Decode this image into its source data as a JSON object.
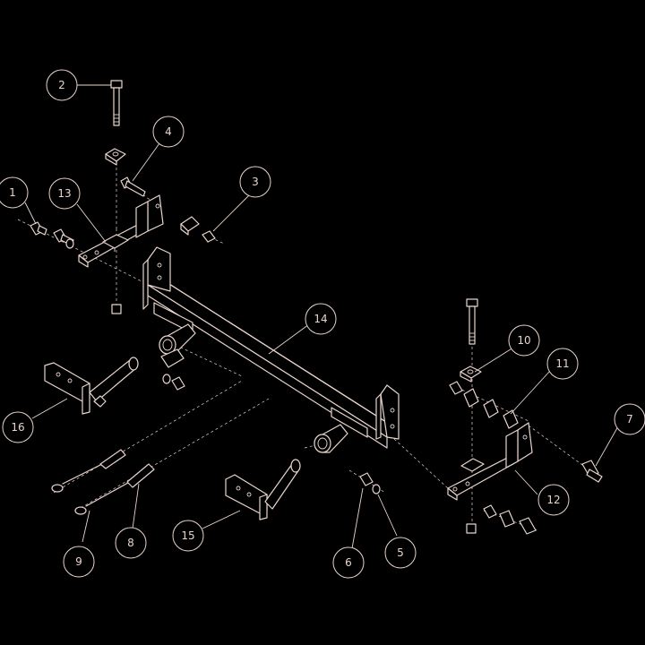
{
  "colors": {
    "background": "#000000",
    "line": "#e8d4cc"
  },
  "callouts": {
    "c1": "1",
    "c2": "2",
    "c3": "3",
    "c4": "4",
    "c5": "5",
    "c6": "6",
    "c7": "7",
    "c8": "8",
    "c9": "9",
    "c10": "10",
    "c11": "11",
    "c12": "12",
    "c13": "13",
    "c14": "14",
    "c15": "15",
    "c16": "16"
  }
}
